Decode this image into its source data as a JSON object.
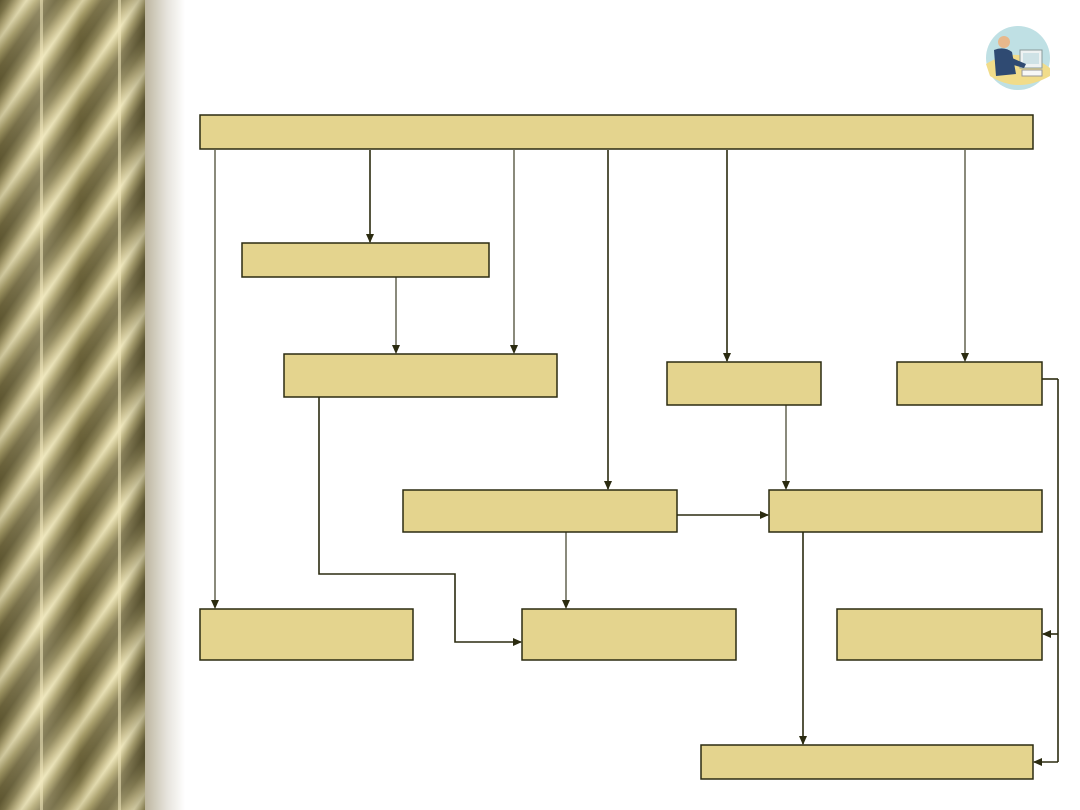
{
  "slide": {
    "background_pillar_color": "#8c8250",
    "box_fill_color": "#e4d48e",
    "connector_color": "#2b2b10"
  },
  "diagram": {
    "boxes": [
      {
        "id": "top-bar",
        "label": ""
      },
      {
        "id": "box-2",
        "label": ""
      },
      {
        "id": "box-3",
        "label": ""
      },
      {
        "id": "box-4",
        "label": ""
      },
      {
        "id": "box-5",
        "label": ""
      },
      {
        "id": "box-6",
        "label": ""
      },
      {
        "id": "box-7",
        "label": ""
      },
      {
        "id": "box-8",
        "label": ""
      },
      {
        "id": "box-9",
        "label": ""
      },
      {
        "id": "box-10",
        "label": ""
      },
      {
        "id": "box-11",
        "label": ""
      }
    ]
  },
  "clipart": {
    "icon": "businessman-at-computer-icon"
  }
}
